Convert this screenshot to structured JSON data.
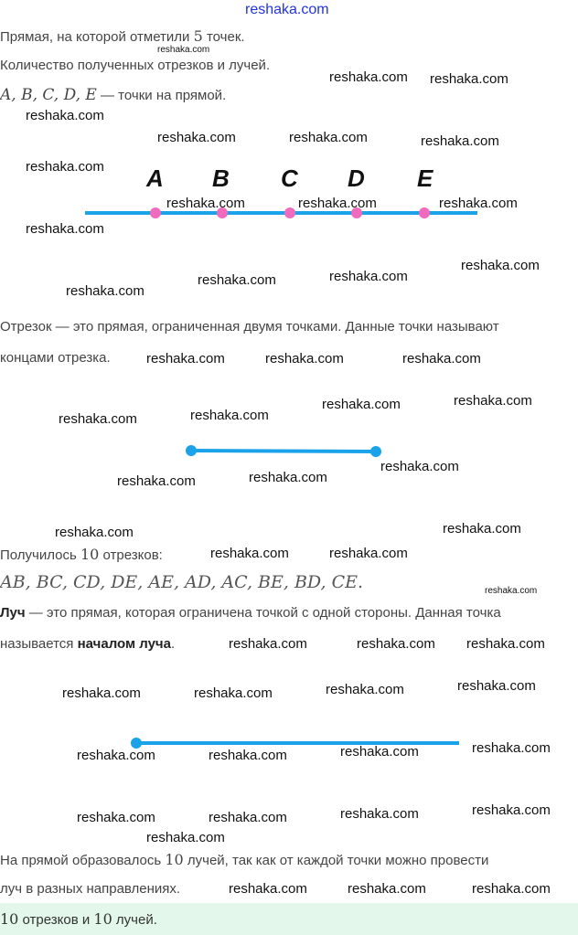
{
  "header": {
    "site": "reshaka.com"
  },
  "watermark": "reshaka.com",
  "intro": {
    "line1_a": "Прямая, на которой отметили ",
    "line1_num": "5",
    "line1_b": " точек.",
    "line2": "Количество полученных отрезков и лучей.",
    "line3_math": "A, B, C, D, E",
    "line3_text": " — точки на прямой."
  },
  "points": [
    "A",
    "B",
    "C",
    "D",
    "E"
  ],
  "colors": {
    "line": "#1aa3e8",
    "point": "#f06bbd",
    "answer_bg": "#e3f8ea"
  },
  "segment_def": {
    "line1": "Отрезок — это прямая, ограниченная двумя точками. Данные точки называют",
    "line2": "концами отрезка."
  },
  "segments": {
    "text_a": "Получилось ",
    "num": "10",
    "text_b": " отрезков:",
    "list": "AB, BC, CD, DE, AE, AD, AC, BE, BD, CE."
  },
  "ray_def": {
    "term": "Луч",
    "line1_rest": " — это прямая, которая ограничена точкой с одной стороны. Данная точка",
    "line2_a": "называется ",
    "line2_bold": "началом луча",
    "line2_b": "."
  },
  "rays": {
    "line1_a": "На прямой образовалось ",
    "num": "10",
    "line1_b": " лучей, так как от каждой точки можно провести",
    "line2": "луч в разных направлениях."
  },
  "answer": {
    "num1": "10",
    "text1": " отрезков и ",
    "num2": "10",
    "text2": " лучей."
  }
}
